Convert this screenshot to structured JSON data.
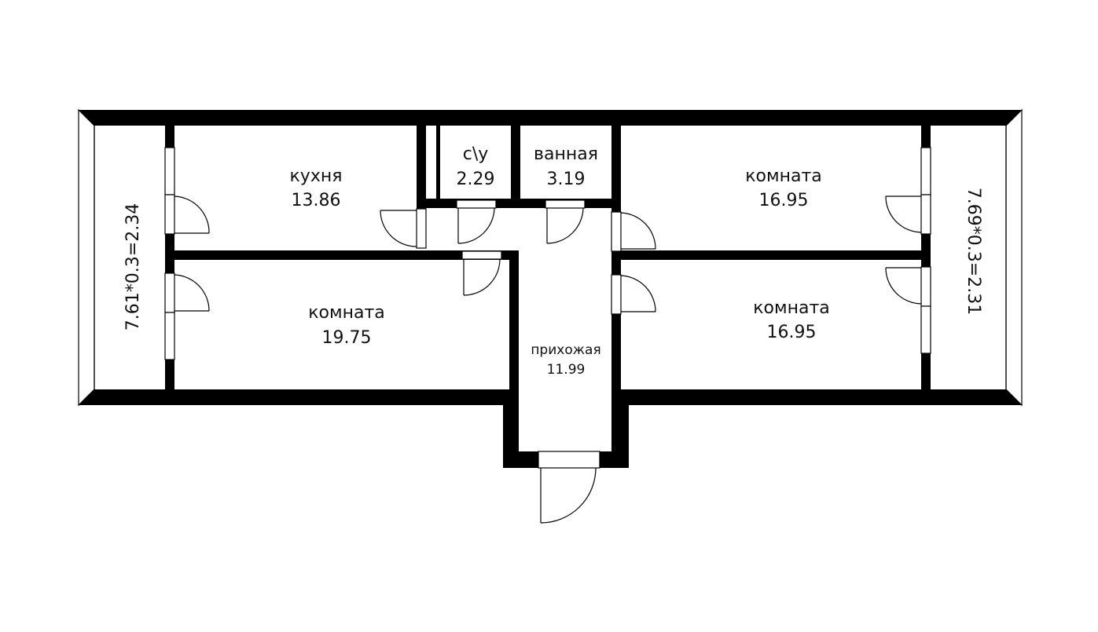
{
  "plan": {
    "rooms": [
      {
        "id": "kitchen",
        "name": "кухня",
        "area": "13.86"
      },
      {
        "id": "wc",
        "name": "с\\у",
        "area": "2.29"
      },
      {
        "id": "bathroom",
        "name": "ванная",
        "area": "3.19"
      },
      {
        "id": "room_top_right",
        "name": "комната",
        "area": "16.95"
      },
      {
        "id": "room_bottom_left",
        "name": "комната",
        "area": "19.75"
      },
      {
        "id": "hallway",
        "name": "прихожая",
        "area": "11.99"
      },
      {
        "id": "room_bottom_right",
        "name": "комната",
        "area": "16.95"
      }
    ],
    "balconies": [
      {
        "id": "balcony_left",
        "label": "7.61*0.3=2.34"
      },
      {
        "id": "balcony_right",
        "label": "7.69*0.3=2.31"
      }
    ],
    "colors": {
      "wall": "#000000",
      "background": "#ffffff",
      "text": "#111111"
    }
  }
}
